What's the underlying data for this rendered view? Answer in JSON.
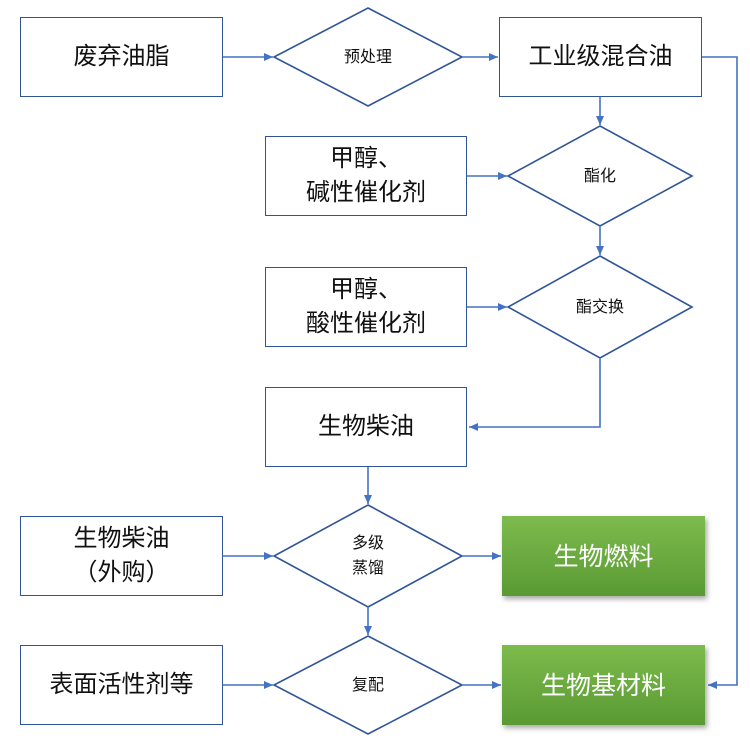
{
  "nodes": {
    "waste_oil": "废弃油脂",
    "pretreatment": "预处理",
    "industrial_mixed_oil": "工业级混合油",
    "methanol_base_line1": "甲醇、",
    "methanol_base_line2": "碱性催化剂",
    "esterification": "酯化",
    "methanol_acid_line1": "甲醇、",
    "methanol_acid_line2": "酸性催化剂",
    "transesterification": "酯交换",
    "biodiesel": "生物柴油",
    "biodiesel_purchased_line1": "生物柴油",
    "biodiesel_purchased_line2": "（外购）",
    "distillation_line1": "多级",
    "distillation_line2": "蒸馏",
    "biofuel": "生物燃料",
    "surfactant": "表面活性剂等",
    "compounding": "复配",
    "bio_base_material": "生物基材料"
  },
  "colors": {
    "line": "#4472c4",
    "border": "#2f5597",
    "green_top": "#7dbb4d",
    "green_bottom": "#5a9a33"
  }
}
